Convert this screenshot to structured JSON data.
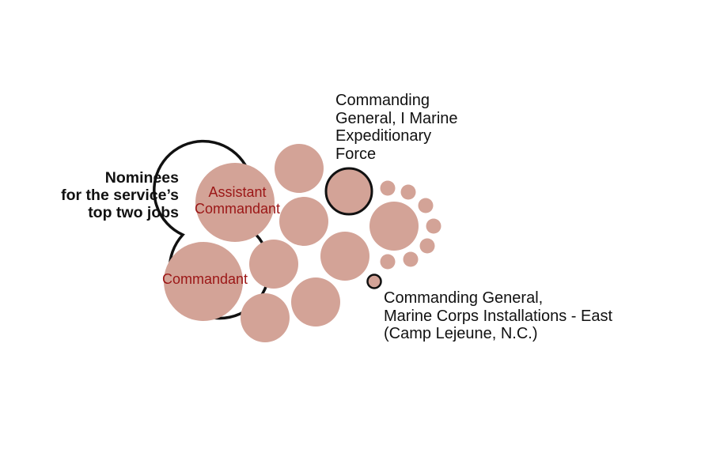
{
  "colors": {
    "bubble_fill": "#d3a397",
    "highlight_outline": "#111111",
    "inner_label_text": "#9b1616",
    "background": "#ffffff"
  },
  "nominees": {
    "line1": "Nominees",
    "line2": "for the service’s",
    "line3": "top two jobs"
  },
  "positions": {
    "assistant_commandant": {
      "line1": "Assistant",
      "line2": "Commandant"
    },
    "commandant": "Commandant"
  },
  "callouts": {
    "marine_expeditionary_force": {
      "line1": "Commanding",
      "line2": "General, I Marine",
      "line3": "Expeditionary",
      "line4": "Force"
    },
    "installations_east": {
      "line1": "Commanding General,",
      "line2": "Marine Corps Installations - East",
      "line3": "(Camp Lejeune, N.C.)"
    }
  }
}
